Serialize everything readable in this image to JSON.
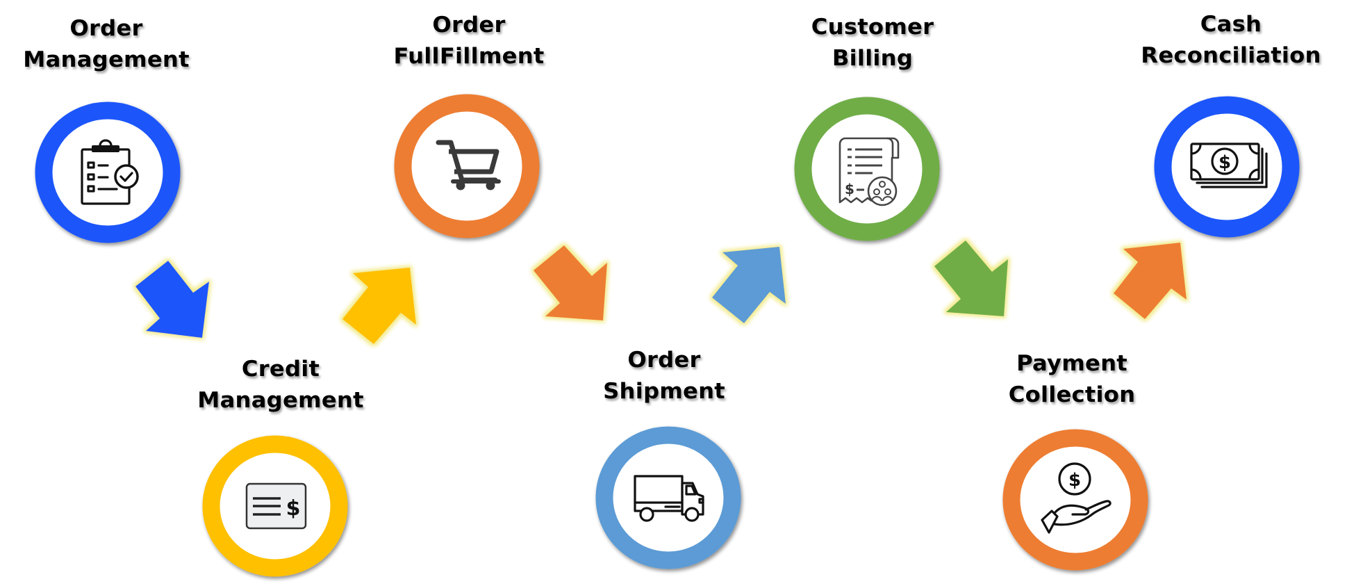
{
  "diagram": {
    "type": "process-flow",
    "direction": "left-to-right zigzag",
    "steps": [
      {
        "order": 1,
        "title_line1": "Order",
        "title_line2": "Management",
        "icon": "clipboard-checklist-icon",
        "ring_color": "#1F57FA",
        "row": "top"
      },
      {
        "order": 2,
        "title_line1": "Credit",
        "title_line2": "Management",
        "icon": "credit-check-card-icon",
        "ring_color": "#FFC000",
        "row": "bottom"
      },
      {
        "order": 3,
        "title_line1": "Order",
        "title_line2": "FullFillment",
        "icon": "shopping-cart-icon",
        "ring_color": "#ED7D31",
        "row": "top"
      },
      {
        "order": 4,
        "title_line1": "Order",
        "title_line2": "Shipment",
        "icon": "delivery-truck-icon",
        "ring_color": "#5B9BD5",
        "row": "bottom"
      },
      {
        "order": 5,
        "title_line1": "Customer",
        "title_line2": "Billing",
        "icon": "invoice-receipt-customers-icon",
        "ring_color": "#70AD47",
        "row": "top"
      },
      {
        "order": 6,
        "title_line1": "Payment",
        "title_line2": "Collection",
        "icon": "hand-receiving-coin-icon",
        "ring_color": "#ED7D31",
        "row": "bottom"
      },
      {
        "order": 7,
        "title_line1": "Cash",
        "title_line2": "Reconciliation",
        "icon": "banknote-stack-icon",
        "ring_color": "#1F57FA",
        "row": "top"
      }
    ],
    "connectors": [
      {
        "from": 1,
        "to": 2,
        "direction": "down-right",
        "color": "#1F57FA"
      },
      {
        "from": 2,
        "to": 3,
        "direction": "up-right",
        "color": "#FFC000"
      },
      {
        "from": 3,
        "to": 4,
        "direction": "down-right",
        "color": "#ED7D31"
      },
      {
        "from": 4,
        "to": 5,
        "direction": "up-right",
        "color": "#5B9BD5"
      },
      {
        "from": 5,
        "to": 6,
        "direction": "down-right",
        "color": "#70AD47"
      },
      {
        "from": 6,
        "to": 7,
        "direction": "up-right",
        "color": "#ED7D31"
      }
    ],
    "arrow_glow_color": "#F2EB8C",
    "icon_color": "#111111",
    "credit_card_fill": "#EDEFF1"
  }
}
